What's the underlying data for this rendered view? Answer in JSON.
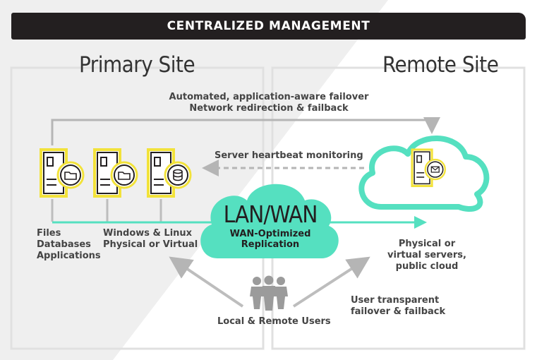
{
  "header": {
    "title": "CENTRALIZED MANAGEMENT"
  },
  "sites": {
    "primary": "Primary Site",
    "remote": "Remote Site"
  },
  "failover": {
    "line1": "Automated, application-aware failover",
    "line2": "Network redirection & failback"
  },
  "heartbeat": "Server heartbeat monitoring",
  "network": {
    "title": "LAN/WAN",
    "line1": "WAN-Optimized",
    "line2": "Replication"
  },
  "primary_labels": {
    "line1": "Files",
    "line2": "Databases",
    "line3": "Applications"
  },
  "platform_labels": {
    "line1": "Windows & Linux",
    "line2": "Physical or Virtual"
  },
  "remote_labels": {
    "line1": "Physical or",
    "line2": "virtual servers,",
    "line3": "public cloud"
  },
  "transparent": {
    "line1": "User transparent",
    "line2": "failover & failback"
  },
  "users": "Local & Remote Users",
  "colors": {
    "accent_yellow": "#f2e23a",
    "accent_teal": "#55e0c0",
    "dark": "#231f20",
    "arrow_gray": "#bdbdbd"
  }
}
